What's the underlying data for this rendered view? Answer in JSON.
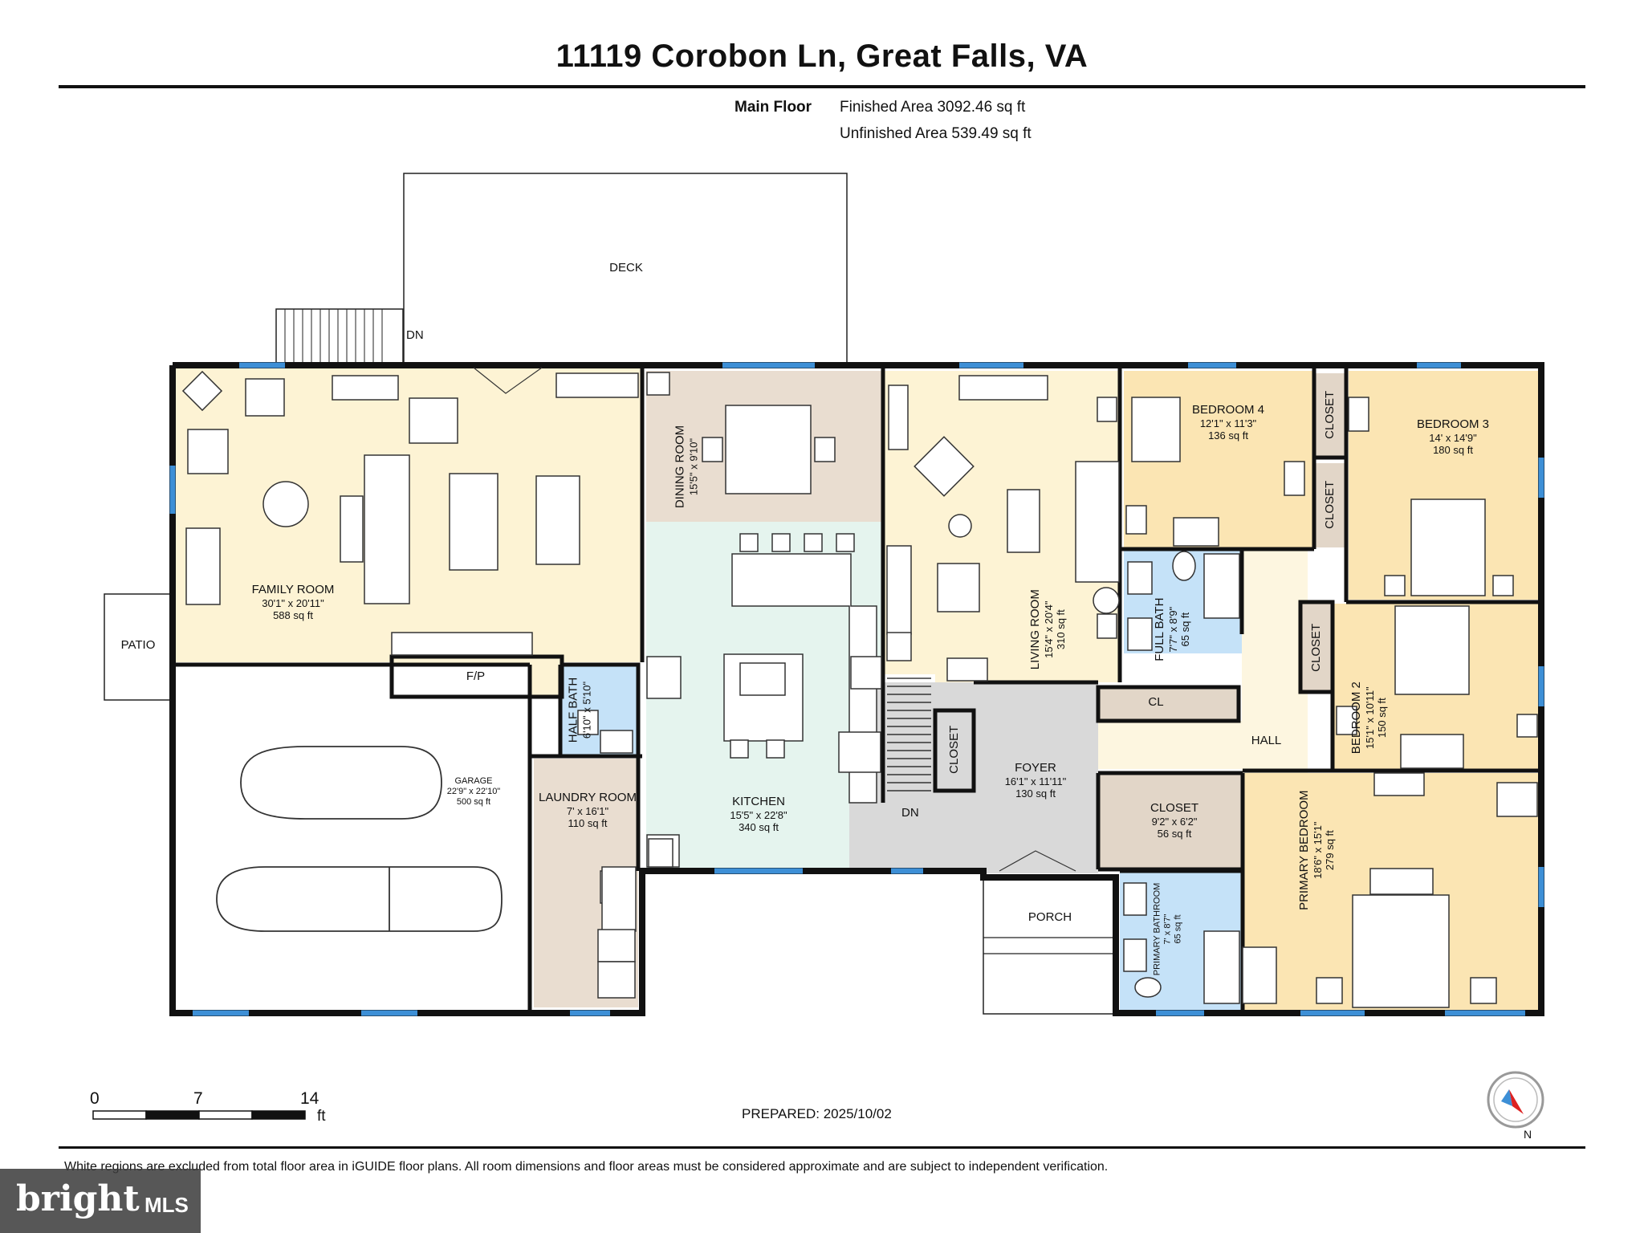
{
  "title": "11119 Corobon Ln, Great Falls, VA",
  "floor": {
    "name": "Main Floor",
    "finished": "Finished Area 3092.46 sq ft",
    "unfinished": "Unfinished Area 539.49 sq ft"
  },
  "rooms": {
    "deck": {
      "name": "DECK"
    },
    "dn_top": "DN",
    "patio": {
      "name": "PATIO"
    },
    "family": {
      "name": "FAMILY ROOM",
      "dims": "30'1\" x 20'11\"",
      "area": "588 sq ft"
    },
    "dining": {
      "name": "DINING ROOM",
      "dims": "15'5\" x 9'10\""
    },
    "living": {
      "name": "LIVING ROOM",
      "dims": "15'4\" x 20'4\"",
      "area": "310 sq ft"
    },
    "bed4": {
      "name": "BEDROOM 4",
      "dims": "12'1\" x 11'3\"",
      "area": "136 sq ft"
    },
    "bed3": {
      "name": "BEDROOM 3",
      "dims": "14' x 14'9\"",
      "area": "180 sq ft"
    },
    "closet_b4": "CLOSET",
    "closet_b3": "CLOSET",
    "fullbath": {
      "name": "FULL BATH",
      "dims": "7'7\" x 8'9\"",
      "area": "65 sq ft"
    },
    "closet_b2": "CLOSET",
    "bed2": {
      "name": "BEDROOM 2",
      "dims": "15'1\" x 10'11\"",
      "area": "150 sq ft"
    },
    "cl": "CL",
    "hall": "HALL",
    "fp": "F/P",
    "halfbath": {
      "name": "HALF BATH",
      "dims": "6'10\" x 5'10\""
    },
    "closet_stair": "CLOSET",
    "foyer": {
      "name": "FOYER",
      "dims": "16'1\" x 11'11\"",
      "area": "130 sq ft"
    },
    "garage": {
      "name": "GARAGE",
      "dims": "22'9\" x 22'10\"",
      "area": "500 sq ft"
    },
    "laundry": {
      "name": "LAUNDRY ROOM",
      "dims": "7' x 16'1\"",
      "area": "110 sq ft"
    },
    "kitchen": {
      "name": "KITCHEN",
      "dims": "15'5\" x 22'8\"",
      "area": "340 sq ft"
    },
    "dn_stair": "DN",
    "closet_mid": {
      "name": "CLOSET",
      "dims": "9'2\" x 6'2\"",
      "area": "56 sq ft"
    },
    "primary_bed": {
      "name": "PRIMARY BEDROOM",
      "dims": "18'6\" x 15'1\"",
      "area": "279 sq ft"
    },
    "primary_bath": {
      "name": "PRIMARY BATHROOM",
      "dims": "7' x 8'7\"",
      "area": "65 sq ft"
    },
    "porch": {
      "name": "PORCH"
    }
  },
  "scale": {
    "ticks": [
      "0",
      "7",
      "14"
    ],
    "unit": "ft"
  },
  "prepared": "PREPARED: 2025/10/02",
  "compass": "N",
  "disclaimer": "White regions are excluded from total floor area in iGUIDE floor plans. All room dimensions and floor areas must be considered approximate and are subject to independent verification.",
  "watermark": {
    "brand": "bright",
    "suffix": "MLS"
  },
  "colors": {
    "living": "#fdf3d4",
    "bed": "#fbe5b3",
    "closet": "#e2d6c8",
    "bath": "#c5e2f8",
    "kitchen": "#e5f4ee",
    "garage": "#ffffff",
    "hall": "#fdf6e0",
    "foyer": "#d9d9d9",
    "wall": "#111111",
    "window": "#3d8fd6"
  }
}
